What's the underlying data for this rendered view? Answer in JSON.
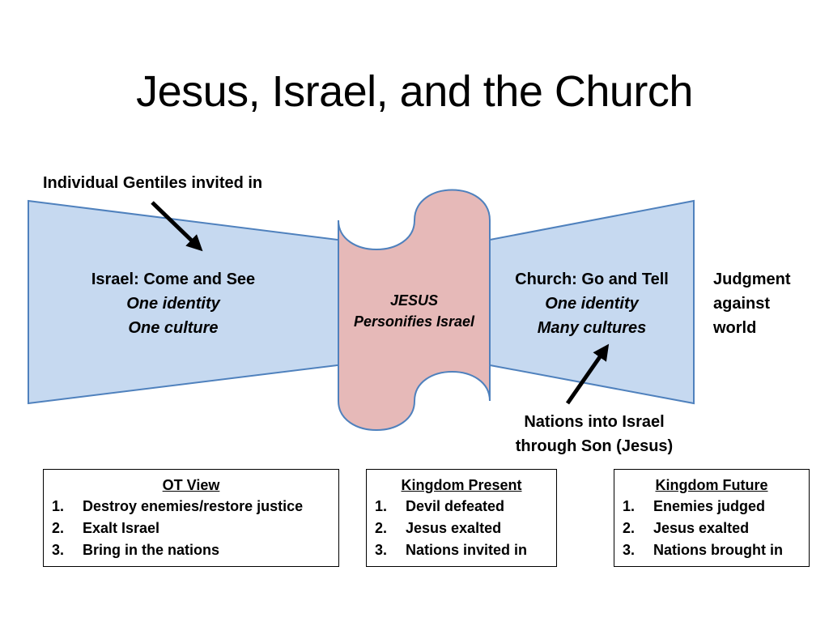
{
  "title": "Jesus, Israel, and the Church",
  "colors": {
    "funnel_fill": "#c6d9f0",
    "funnel_stroke": "#4f81bd",
    "scroll_fill": "#e6b9b8",
    "scroll_stroke": "#4f81bd"
  },
  "gentiles_label": "Individual Gentiles invited in",
  "israel": {
    "line1": "Israel: Come and See",
    "line2": "One identity",
    "line3": "One culture"
  },
  "jesus": {
    "line1": "JESUS",
    "line2": "Personifies Israel"
  },
  "church": {
    "line1": "Church: Go and Tell",
    "line2": "One identity",
    "line3": "Many cultures"
  },
  "judgment": {
    "line1": "Judgment",
    "line2": "against",
    "line3": "world"
  },
  "nations": {
    "line1": "Nations into Israel",
    "line2": "through Son (Jesus)"
  },
  "boxes": [
    {
      "heading": "OT View",
      "items": [
        {
          "num": "1.",
          "text": "Destroy enemies/restore justice"
        },
        {
          "num": "2.",
          "text": "Exalt Israel"
        },
        {
          "num": "3.",
          "text": "Bring in the nations"
        }
      ]
    },
    {
      "heading": "Kingdom Present",
      "items": [
        {
          "num": "1.",
          "text": "Devil defeated"
        },
        {
          "num": "2.",
          "text": "Jesus exalted"
        },
        {
          "num": "3.",
          "text": "Nations invited in"
        }
      ]
    },
    {
      "heading": "Kingdom Future",
      "items": [
        {
          "num": "1.",
          "text": "Enemies judged"
        },
        {
          "num": "2.",
          "text": "Jesus exalted"
        },
        {
          "num": "3.",
          "text": "Nations brought in"
        }
      ]
    }
  ]
}
